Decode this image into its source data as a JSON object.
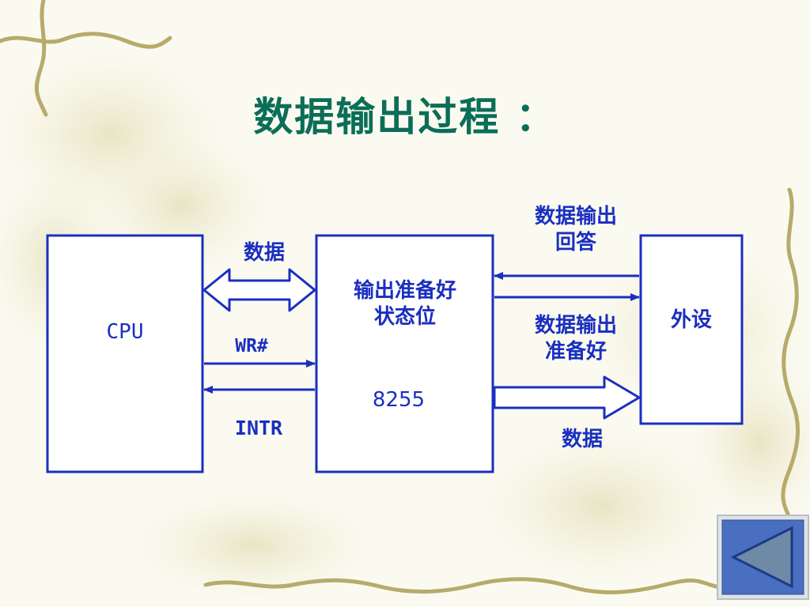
{
  "slide": {
    "title": "数据输出过程 ："
  },
  "diagram": {
    "cpu_label": "CPU",
    "chip_status_label": "输出准备好\n状态位",
    "chip_model": "8255",
    "peripheral_label": "外设",
    "cpu_chip_data_label": "数据",
    "wr_label": "WR#",
    "intr_label": "INTR",
    "ack_label": "数据输出\n回答",
    "ready_label": "数据输出\n准备好",
    "chip_peripheral_data_label": "数据"
  },
  "nav": {
    "back_icon": "triangle-left-icon"
  },
  "colors": {
    "title": "#0b6e57",
    "diagram_line": "#1a2fbf",
    "label": "#1a2fbf",
    "box_fill": "#ffffff",
    "nav_button": "#4a6fc0"
  }
}
